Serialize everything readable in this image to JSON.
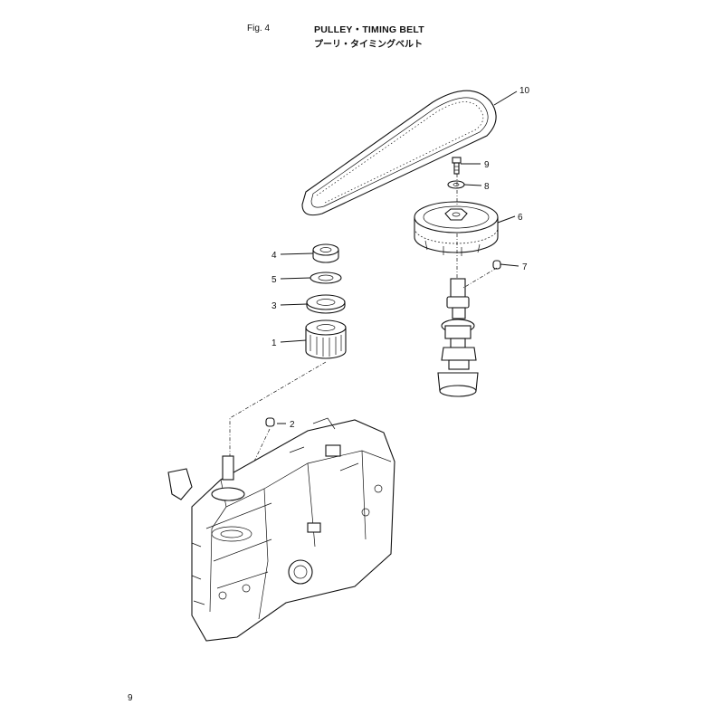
{
  "header": {
    "figure_number": "Fig. 4",
    "title_en": "PULLEY・TIMING BELT",
    "title_jp": "プーリ・タイミングベルト"
  },
  "callouts": [
    {
      "number": "1",
      "part": "drive pulley"
    },
    {
      "number": "2",
      "part": "key"
    },
    {
      "number": "3",
      "part": "washer"
    },
    {
      "number": "4",
      "part": "nut"
    },
    {
      "number": "5",
      "part": "lock washer"
    },
    {
      "number": "6",
      "part": "driven pulley"
    },
    {
      "number": "7",
      "part": "pin"
    },
    {
      "number": "8",
      "part": "washer"
    },
    {
      "number": "9",
      "part": "bolt"
    },
    {
      "number": "10",
      "part": "timing belt"
    }
  ],
  "footer": {
    "page_number": "9"
  }
}
